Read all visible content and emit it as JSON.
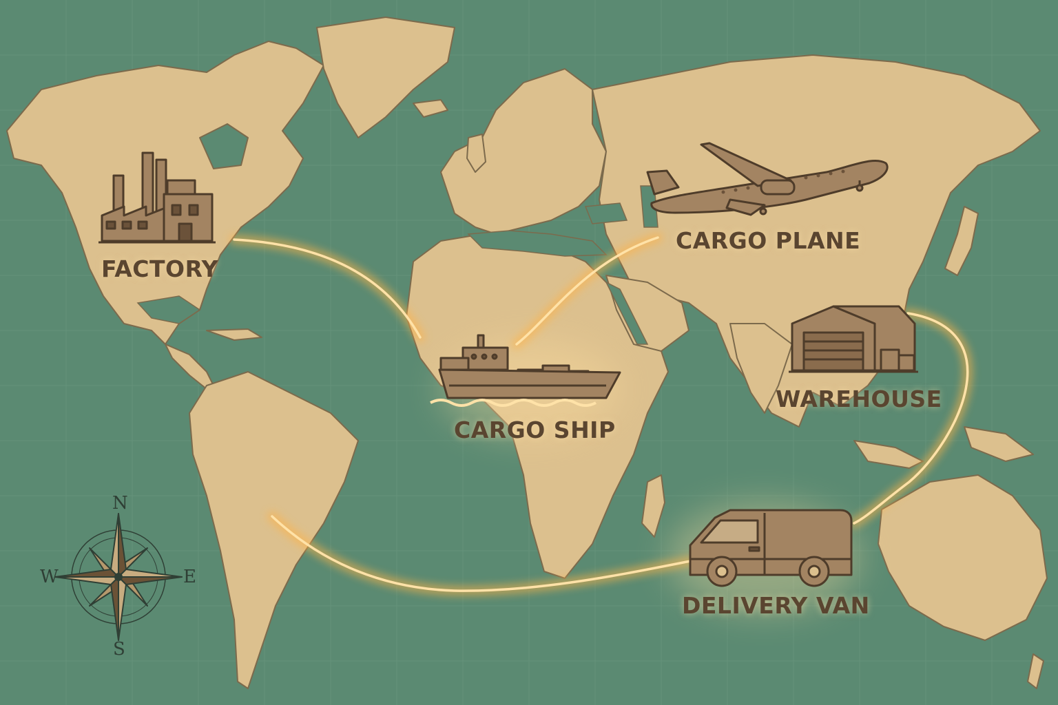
{
  "colors": {
    "ocean": "#5b8a72",
    "land": "#dcc08e",
    "land_edge": "#7c6a4c",
    "icon_fill": "#a38462",
    "icon_stroke": "#4e3c2a",
    "label_text": "#5a4530",
    "route_glow": "#ffb347",
    "route_core": "#ffe2a8"
  },
  "stops": [
    {
      "id": "factory",
      "label": "FACTORY",
      "icon": "factory-icon"
    },
    {
      "id": "cargo-ship",
      "label": "CARGO SHIP",
      "icon": "cargo-ship-icon"
    },
    {
      "id": "cargo-plane",
      "label": "CARGO PLANE",
      "icon": "airplane-icon"
    },
    {
      "id": "warehouse",
      "label": "WAREHOUSE",
      "icon": "warehouse-icon"
    },
    {
      "id": "delivery-van",
      "label": "DELIVERY VAN",
      "icon": "delivery-van-icon"
    }
  ],
  "compass": {
    "north": "N",
    "south": "S",
    "east": "E",
    "west": "W",
    "icon": "compass-rose-icon"
  }
}
